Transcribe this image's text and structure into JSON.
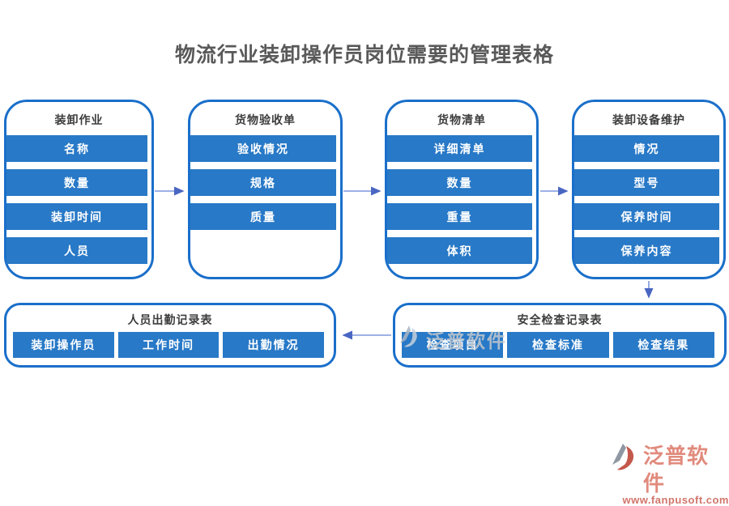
{
  "title": "物流行业装卸操作员岗位需要的管理表格",
  "top_boxes": [
    {
      "title": "装卸作业",
      "items": [
        "名称",
        "数量",
        "装卸时间",
        "人员"
      ]
    },
    {
      "title": "货物验收单",
      "items": [
        "验收情况",
        "规格",
        "质量"
      ]
    },
    {
      "title": "货物清单",
      "items": [
        "详细清单",
        "数量",
        "重量",
        "体积"
      ]
    },
    {
      "title": "装卸设备维护",
      "items": [
        "情况",
        "型号",
        "保养时间",
        "保养内容"
      ]
    }
  ],
  "bottom_boxes": [
    {
      "title": "人员出勤记录表",
      "items": [
        "装卸操作员",
        "工作时间",
        "出勤情况"
      ]
    },
    {
      "title": "安全检查记录表",
      "items": [
        "检查项目",
        "检查标准",
        "检查结果"
      ]
    }
  ],
  "watermark": {
    "text": "泛普软件"
  },
  "brand": {
    "name": "泛普软件",
    "url": "www.fanpusoft.com"
  },
  "colors": {
    "bar_blue": "#2879c7",
    "box_border_blue": "#1a6fca",
    "arrow_line": "#7d97dd",
    "arrow_head": "#4a66c2",
    "title_text": "#595959",
    "node_title_text": "#3d3d3d",
    "bar_text": "#ffffff",
    "watermark_gray": "#c2c8ce",
    "brand_text": "#e18a7d",
    "brand_url_text": "#d1766b"
  }
}
